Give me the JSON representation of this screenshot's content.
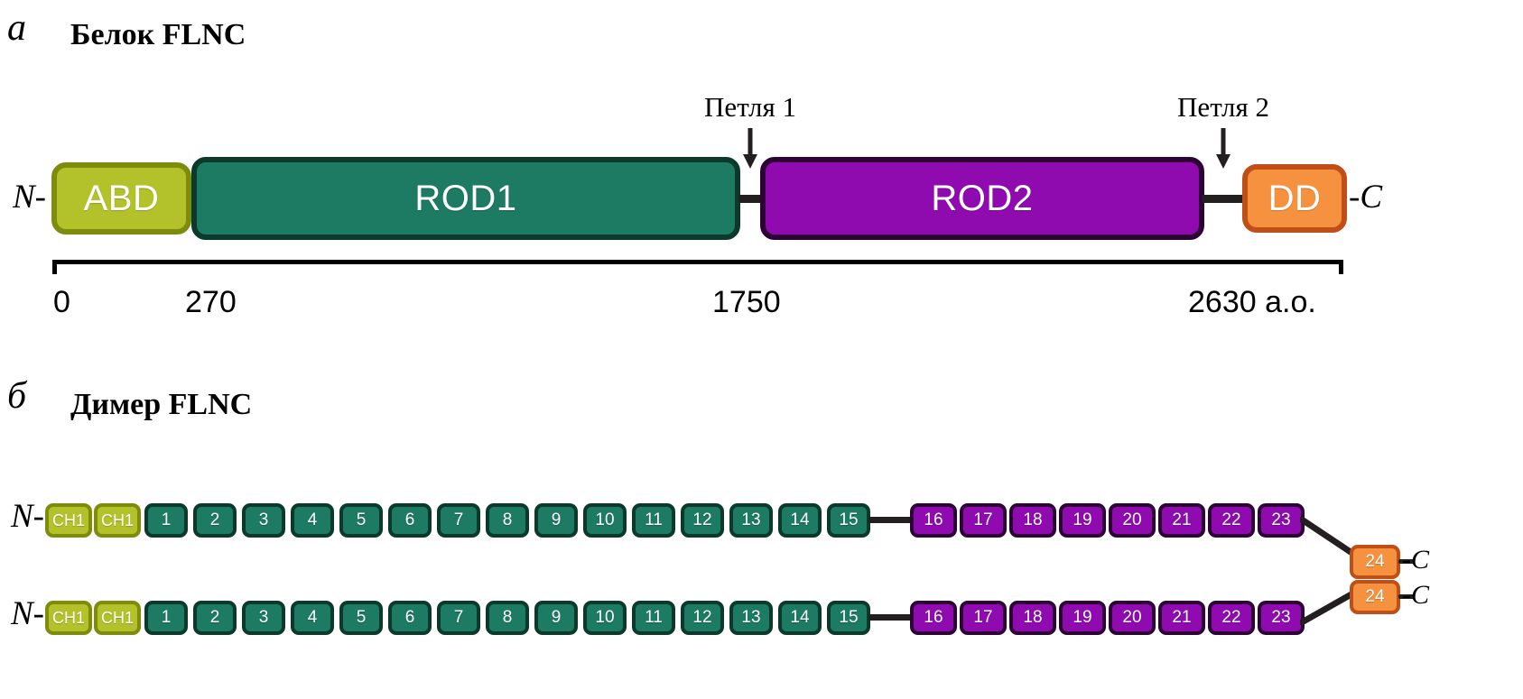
{
  "figure": {
    "panels": [
      {
        "letter": "а",
        "title": "Белок FLNC",
        "domains": [
          {
            "id": "abd",
            "label": "ABD",
            "color": "#b3c22b",
            "border": "#7e8c0c"
          },
          {
            "id": "rod1",
            "label": "ROD1",
            "color": "#1d7a63",
            "border": "#0b3a2c"
          },
          {
            "id": "rod2",
            "label": "ROD2",
            "color": "#8f0bb0",
            "border": "#2d0235"
          },
          {
            "id": "dd",
            "label": "DD",
            "color": "#f6923f",
            "border": "#bf4e17"
          }
        ],
        "annotations": [
          {
            "id": "loop1",
            "label": "Петля 1"
          },
          {
            "id": "loop2",
            "label": "Петля 2"
          }
        ],
        "termini": {
          "n": "N-",
          "c": "-C"
        },
        "scale": {
          "ticks": [
            "0",
            "270",
            "1750",
            "2630 а.о."
          ],
          "unit": "а.о."
        }
      },
      {
        "letter": "б",
        "title": "Димер FLNC",
        "termini": {
          "n": "N-",
          "c": "-C"
        },
        "chains": [
          {
            "id": "chain-top",
            "n_terminus": "N-",
            "c_terminus": "-C",
            "ch1": [
              "CH1",
              "CH1"
            ],
            "rod1_repeats": [
              "1",
              "2",
              "3",
              "4",
              "5",
              "6",
              "7",
              "8",
              "9",
              "10",
              "11",
              "12",
              "13",
              "14",
              "15"
            ],
            "rod2_repeats": [
              "16",
              "17",
              "18",
              "19",
              "20",
              "21",
              "22",
              "23"
            ],
            "dd_repeat": "24"
          },
          {
            "id": "chain-bottom",
            "n_terminus": "N-",
            "c_terminus": "-C",
            "ch1": [
              "CH1",
              "CH1"
            ],
            "rod1_repeats": [
              "1",
              "2",
              "3",
              "4",
              "5",
              "6",
              "7",
              "8",
              "9",
              "10",
              "11",
              "12",
              "13",
              "14",
              "15"
            ],
            "rod2_repeats": [
              "16",
              "17",
              "18",
              "19",
              "20",
              "21",
              "22",
              "23"
            ],
            "dd_repeat": "24"
          }
        ]
      }
    ],
    "colors": {
      "abd": "#b3c22b",
      "rod1": "#1d7a63",
      "rod2": "#8f0bb0",
      "dd": "#f6923f",
      "line": "#231f20",
      "text": "#000000"
    }
  }
}
